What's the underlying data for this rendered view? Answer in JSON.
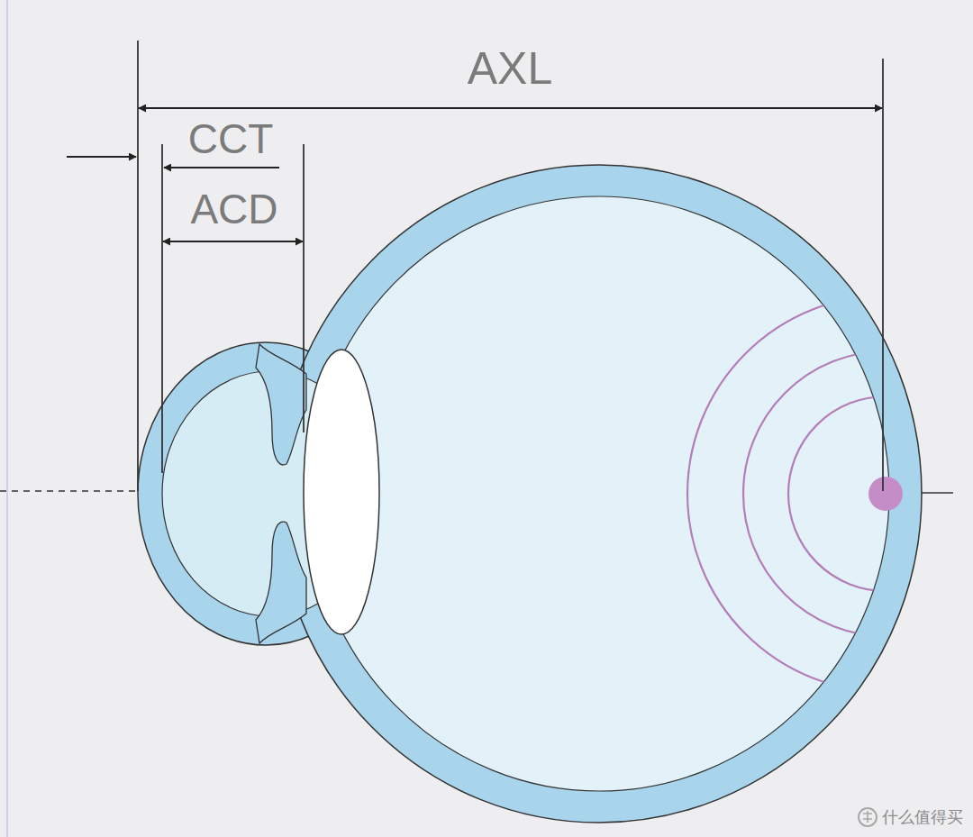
{
  "diagram": {
    "labels": [
      "AXL",
      "CCT",
      "ACD",
      "什么值得买"
    ]
  }
}
